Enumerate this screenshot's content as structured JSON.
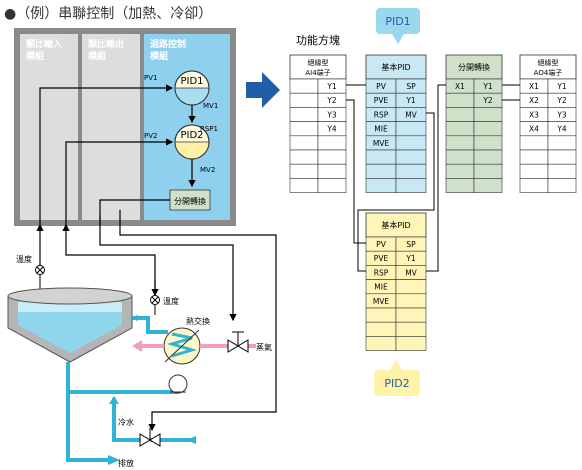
{
  "title": "●（例）串聯控制（加熱、冷卻）",
  "panel": {
    "col1": [
      "類比輸入",
      "模組"
    ],
    "col2": [
      "類比輸出",
      "模組"
    ],
    "col3": [
      "迴路控制",
      "模組"
    ],
    "pv1": "PV1",
    "pid1": "PID1",
    "mv1": "MV1",
    "rsp1": "RSP1",
    "pv2": "PV2",
    "pid2": "PID2",
    "mv2": "MV2",
    "switch": "分開轉換"
  },
  "process": {
    "temp1": "溫度",
    "temp2": "溫度",
    "heat_exchanger": "熱交換",
    "steam": "蒸氣",
    "cooling_water": "冷水",
    "drain": "排放"
  },
  "function_blocks": {
    "caption": "功能方塊",
    "pid1_callout": "PID1",
    "pid2_callout": "PID2",
    "ai": {
      "header": [
        "絕緣型",
        "AI4端子"
      ],
      "rows": [
        [
          "",
          "Y1"
        ],
        [
          "",
          "Y2"
        ],
        [
          "",
          "Y3"
        ],
        [
          "",
          "Y4"
        ],
        [
          "",
          ""
        ],
        [
          "",
          ""
        ],
        [
          "",
          ""
        ],
        [
          "",
          ""
        ]
      ]
    },
    "pid_a": {
      "header": "基本PID",
      "rows": [
        [
          "PV",
          "SP"
        ],
        [
          "PVE",
          "Y1"
        ],
        [
          "RSP",
          "MV"
        ],
        [
          "MIE",
          ""
        ],
        [
          "MVE",
          ""
        ],
        [
          "",
          ""
        ],
        [
          "",
          ""
        ],
        [
          "",
          ""
        ]
      ]
    },
    "splitter": {
      "header": "分開轉換",
      "rows": [
        [
          "X1",
          "Y1"
        ],
        [
          "",
          "Y2"
        ],
        [
          "",
          ""
        ],
        [
          "",
          ""
        ],
        [
          "",
          ""
        ],
        [
          "",
          ""
        ],
        [
          "",
          ""
        ],
        [
          "",
          ""
        ]
      ]
    },
    "ao": {
      "header": [
        "絕緣型",
        "AO4端子"
      ],
      "rows": [
        [
          "X1",
          "Y1"
        ],
        [
          "X2",
          "Y2"
        ],
        [
          "X3",
          "Y3"
        ],
        [
          "X4",
          "Y4"
        ],
        [
          "",
          ""
        ],
        [
          "",
          ""
        ],
        [
          "",
          ""
        ],
        [
          "",
          ""
        ]
      ]
    },
    "pid_b": {
      "header": "基本PID",
      "rows": [
        [
          "PV",
          "SP"
        ],
        [
          "PVE",
          "Y1"
        ],
        [
          "RSP",
          "MV"
        ],
        [
          "MIE",
          ""
        ],
        [
          "MVE",
          ""
        ],
        [
          "",
          ""
        ],
        [
          "",
          ""
        ],
        [
          "",
          ""
        ]
      ]
    }
  },
  "colors": {
    "panel_bg": "#c8c8c8",
    "module_bg": "#e0e0e0",
    "loop_bg": "#8fd0ee",
    "arrow": "#1f5fa8",
    "pipe": "#30b4d4",
    "pink": "#f2a0b8",
    "pid_col": "#c8e8f4",
    "split_col": "#cfe2c9",
    "pid2_col": "#fff5b8",
    "callout1": "#9ad8ee",
    "callout2": "#fff3a8"
  }
}
